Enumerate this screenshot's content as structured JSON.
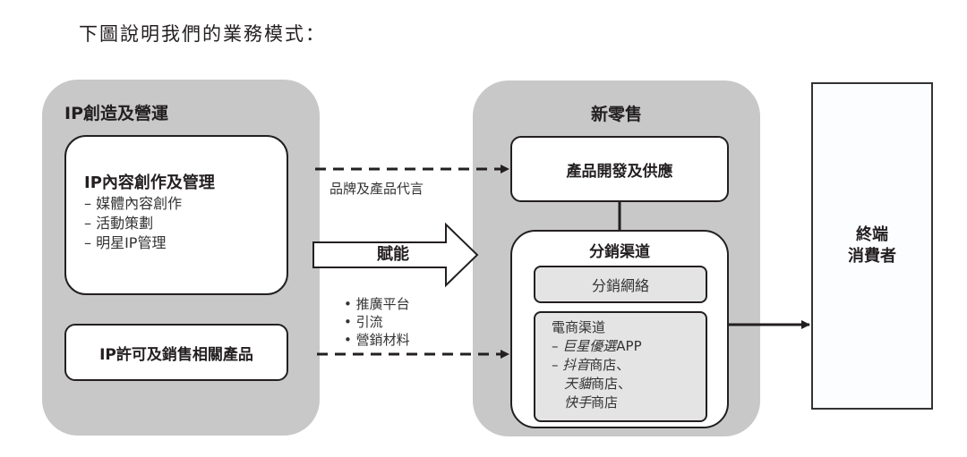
{
  "intro": "下圖說明我們的業務模式：",
  "left_panel": {
    "title": "IP創造及營運",
    "ip_content": {
      "heading": "IP內容創作及管理",
      "items": [
        "– 媒體內容創作",
        "– 活動策劃",
        "– 明星IP管理"
      ]
    },
    "ip_license": "IP許可及銷售相關產品"
  },
  "connectors": {
    "top_label": "品牌及產品代言",
    "enable_arrow": "賦能",
    "bullets": [
      "推廣平台",
      "引流",
      "營銷材料"
    ]
  },
  "mid_panel": {
    "title": "新零售",
    "product": "產品開發及供應",
    "distribution": {
      "title": "分銷渠道",
      "network": "分銷網絡",
      "ecommerce": {
        "title": "電商渠道",
        "line1_italic": "巨星優選",
        "line1_rest": "APP",
        "line2_italic": "抖音",
        "line2_rest": "商店、",
        "line3_italic": "天貓",
        "line3_rest": "商店、",
        "line4_italic": "快手",
        "line4_rest": "商店"
      }
    }
  },
  "consumer": {
    "line1": "終端",
    "line2": "消費者"
  },
  "colors": {
    "panel": "#c8c8c8",
    "stroke": "#231f20",
    "subbox": "#e4e4e4"
  }
}
